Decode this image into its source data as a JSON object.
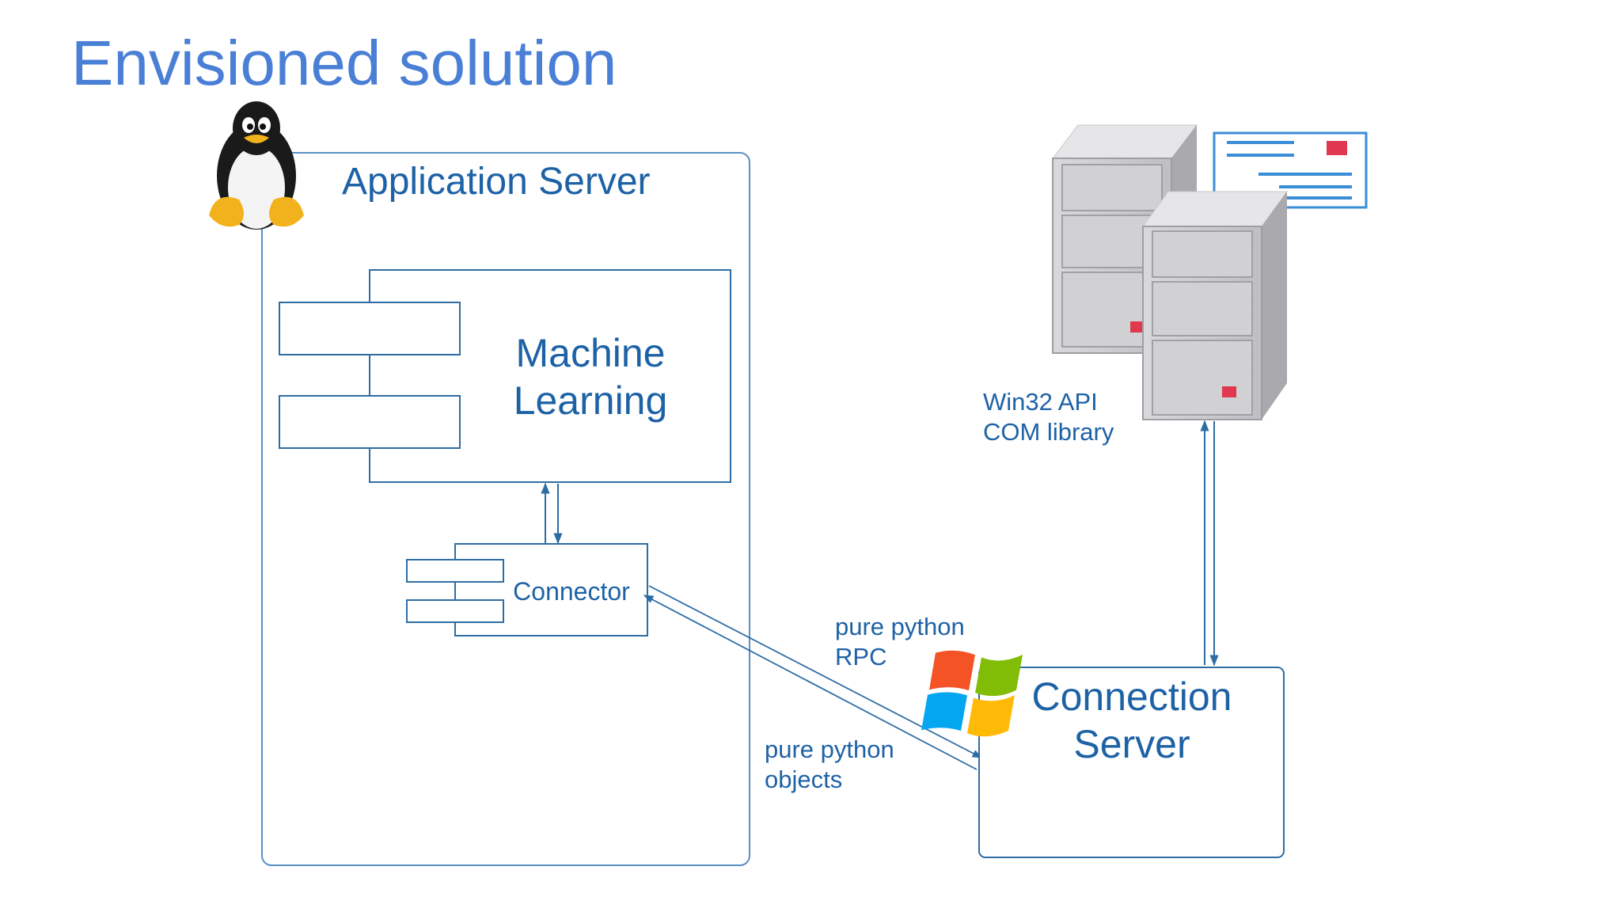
{
  "slide": {
    "title": "Envisioned solution"
  },
  "app_server": {
    "label": "Application Server"
  },
  "machine_learning": {
    "line1": "Machine",
    "line2": "Learning"
  },
  "connector": {
    "label": "Connector"
  },
  "connection_server": {
    "line1": "Connection",
    "line2": "Server"
  },
  "api_note": {
    "line1": "Win32 API",
    "line2": "COM library"
  },
  "rpc_note": {
    "line1": "pure python",
    "line2": "RPC"
  },
  "objects_note": {
    "line1": "pure python",
    "line2": "objects"
  },
  "icons": [
    "linux-penguin-icon",
    "windows-logo-icon",
    "server-tower-icon",
    "config-window-icon"
  ],
  "colors": {
    "title": "#4a7fd6",
    "diagram_line": "#2e6da4",
    "label_text": "#1e62a6",
    "server_gray": "#c9c9cc",
    "server_red": "#e0384f"
  }
}
